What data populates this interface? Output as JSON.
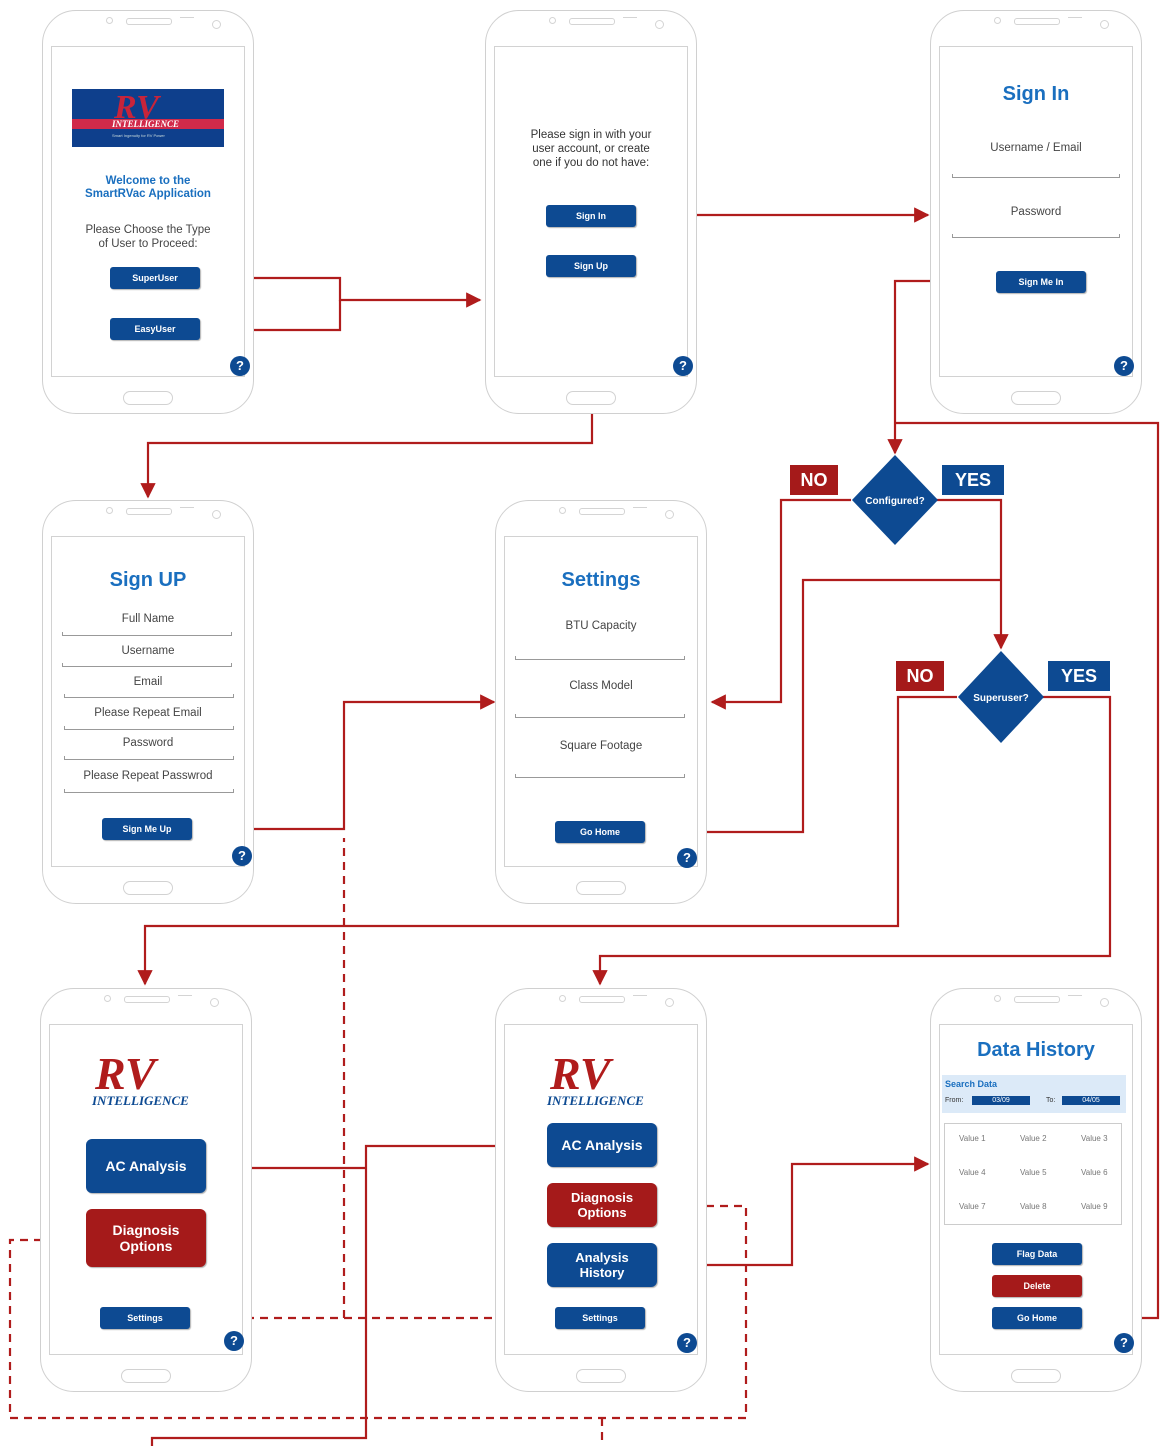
{
  "screens": {
    "userType": {
      "logo_text": "RV",
      "logo_sub": "INTELLIGENCE",
      "logo_tagline": "Smart Ingenuity for RV Power",
      "welcome_line1": "Welcome to the",
      "welcome_line2": "SmartRVac Application",
      "choose_line1": "Please Choose the Type",
      "choose_line2": "of User to Proceed:",
      "superuser_btn": "SuperUser",
      "easyuser_btn": "EasyUser",
      "help": "?"
    },
    "signChoice": {
      "prompt_line1": "Please sign in with your",
      "prompt_line2": "user account, or create",
      "prompt_line3": "one if you do not have:",
      "signin_btn": "Sign In",
      "signup_btn": "Sign Up",
      "help": "?"
    },
    "signIn": {
      "title": "Sign In",
      "username_label": "Username / Email",
      "password_label": "Password",
      "submit_btn": "Sign Me In",
      "help": "?"
    },
    "signUp": {
      "title": "Sign UP",
      "fields": [
        "Full Name",
        "Username",
        "Email",
        "Please Repeat Email",
        "Password",
        "Please Repeat Passwrod"
      ],
      "submit_btn": "Sign Me Up",
      "help": "?"
    },
    "settings": {
      "title": "Settings",
      "fields": [
        "BTU Capacity",
        "Class Model",
        "Square Footage"
      ],
      "home_btn": "Go Home",
      "help": "?"
    },
    "homeEasy": {
      "logo_text": "RV",
      "logo_sub": "INTELLIGENCE",
      "ac_btn": "AC Analysis",
      "diag_line1": "Diagnosis",
      "diag_line2": "Options",
      "settings_btn": "Settings",
      "help": "?"
    },
    "homeSuper": {
      "logo_text": "RV",
      "logo_sub": "INTELLIGENCE",
      "ac_btn": "AC Analysis",
      "diag_line1": "Diagnosis",
      "diag_line2": "Options",
      "history_line1": "Analysis",
      "history_line2": "History",
      "settings_btn": "Settings",
      "help": "?"
    },
    "dataHistory": {
      "title": "Data History",
      "search_label": "Search Data",
      "from_label": "From:",
      "from_value": "03/09",
      "to_label": "To:",
      "to_value": "04/05",
      "values": [
        "Value 1",
        "Value 2",
        "Value 3",
        "Value 4",
        "Value 5",
        "Value 6",
        "Value 7",
        "Value 8",
        "Value 9"
      ],
      "flag_btn": "Flag Data",
      "delete_btn": "Delete",
      "home_btn": "Go Home",
      "help": "?"
    }
  },
  "decisions": {
    "configured": {
      "label": "Configured?",
      "no": "NO",
      "yes": "YES"
    },
    "superuser": {
      "label": "Superuser?",
      "no": "NO",
      "yes": "YES"
    }
  },
  "colors": {
    "arrow": "#b01c1c",
    "brand_blue": "#0d4a92",
    "brand_red": "#a51a1a",
    "title_blue": "#1a6fbf"
  }
}
